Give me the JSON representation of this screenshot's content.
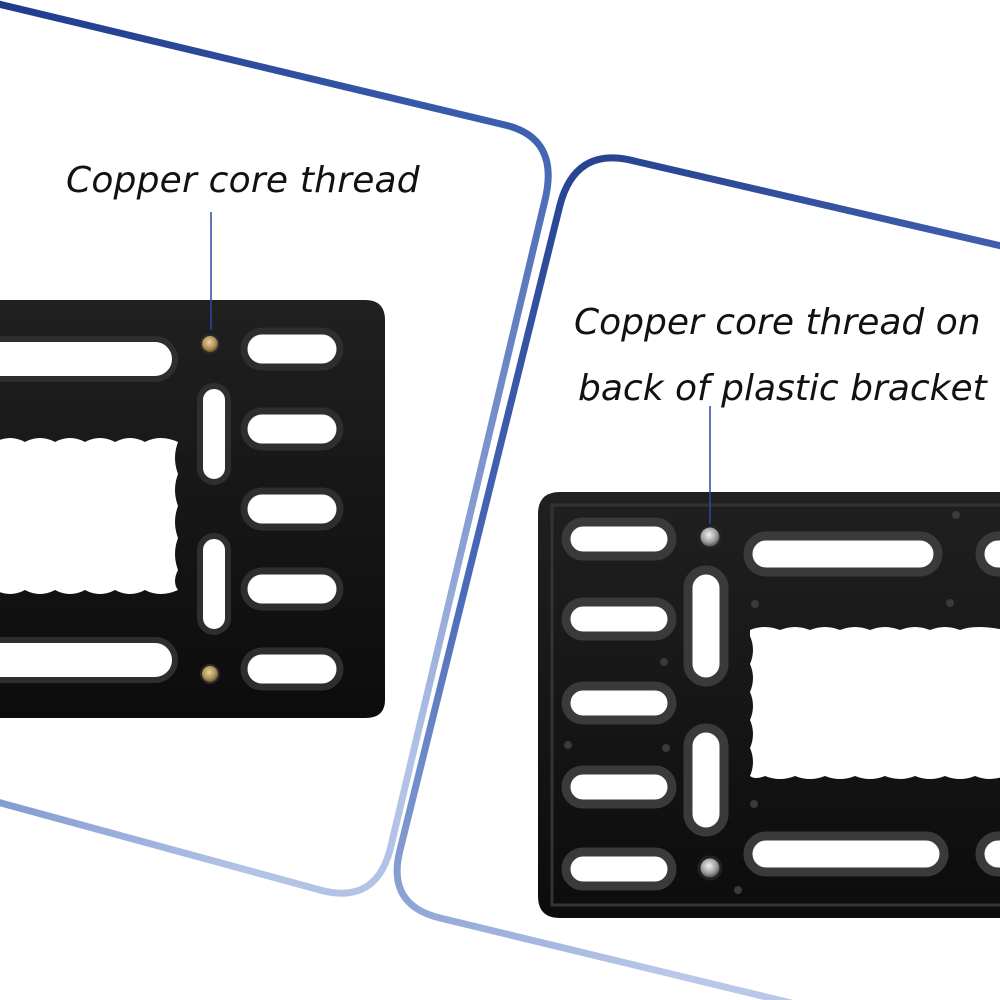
{
  "left_panel": {
    "caption": "Copper core thread"
  },
  "right_panel": {
    "caption_line1": "Copper core thread on",
    "caption_line2": "back of plastic bracket"
  },
  "colors": {
    "frame_dark": "#1f3a8a",
    "frame_light": "#aebfe4",
    "bracket": "#151515",
    "insert": "#b79a62",
    "leader": "#2a4aa0"
  }
}
